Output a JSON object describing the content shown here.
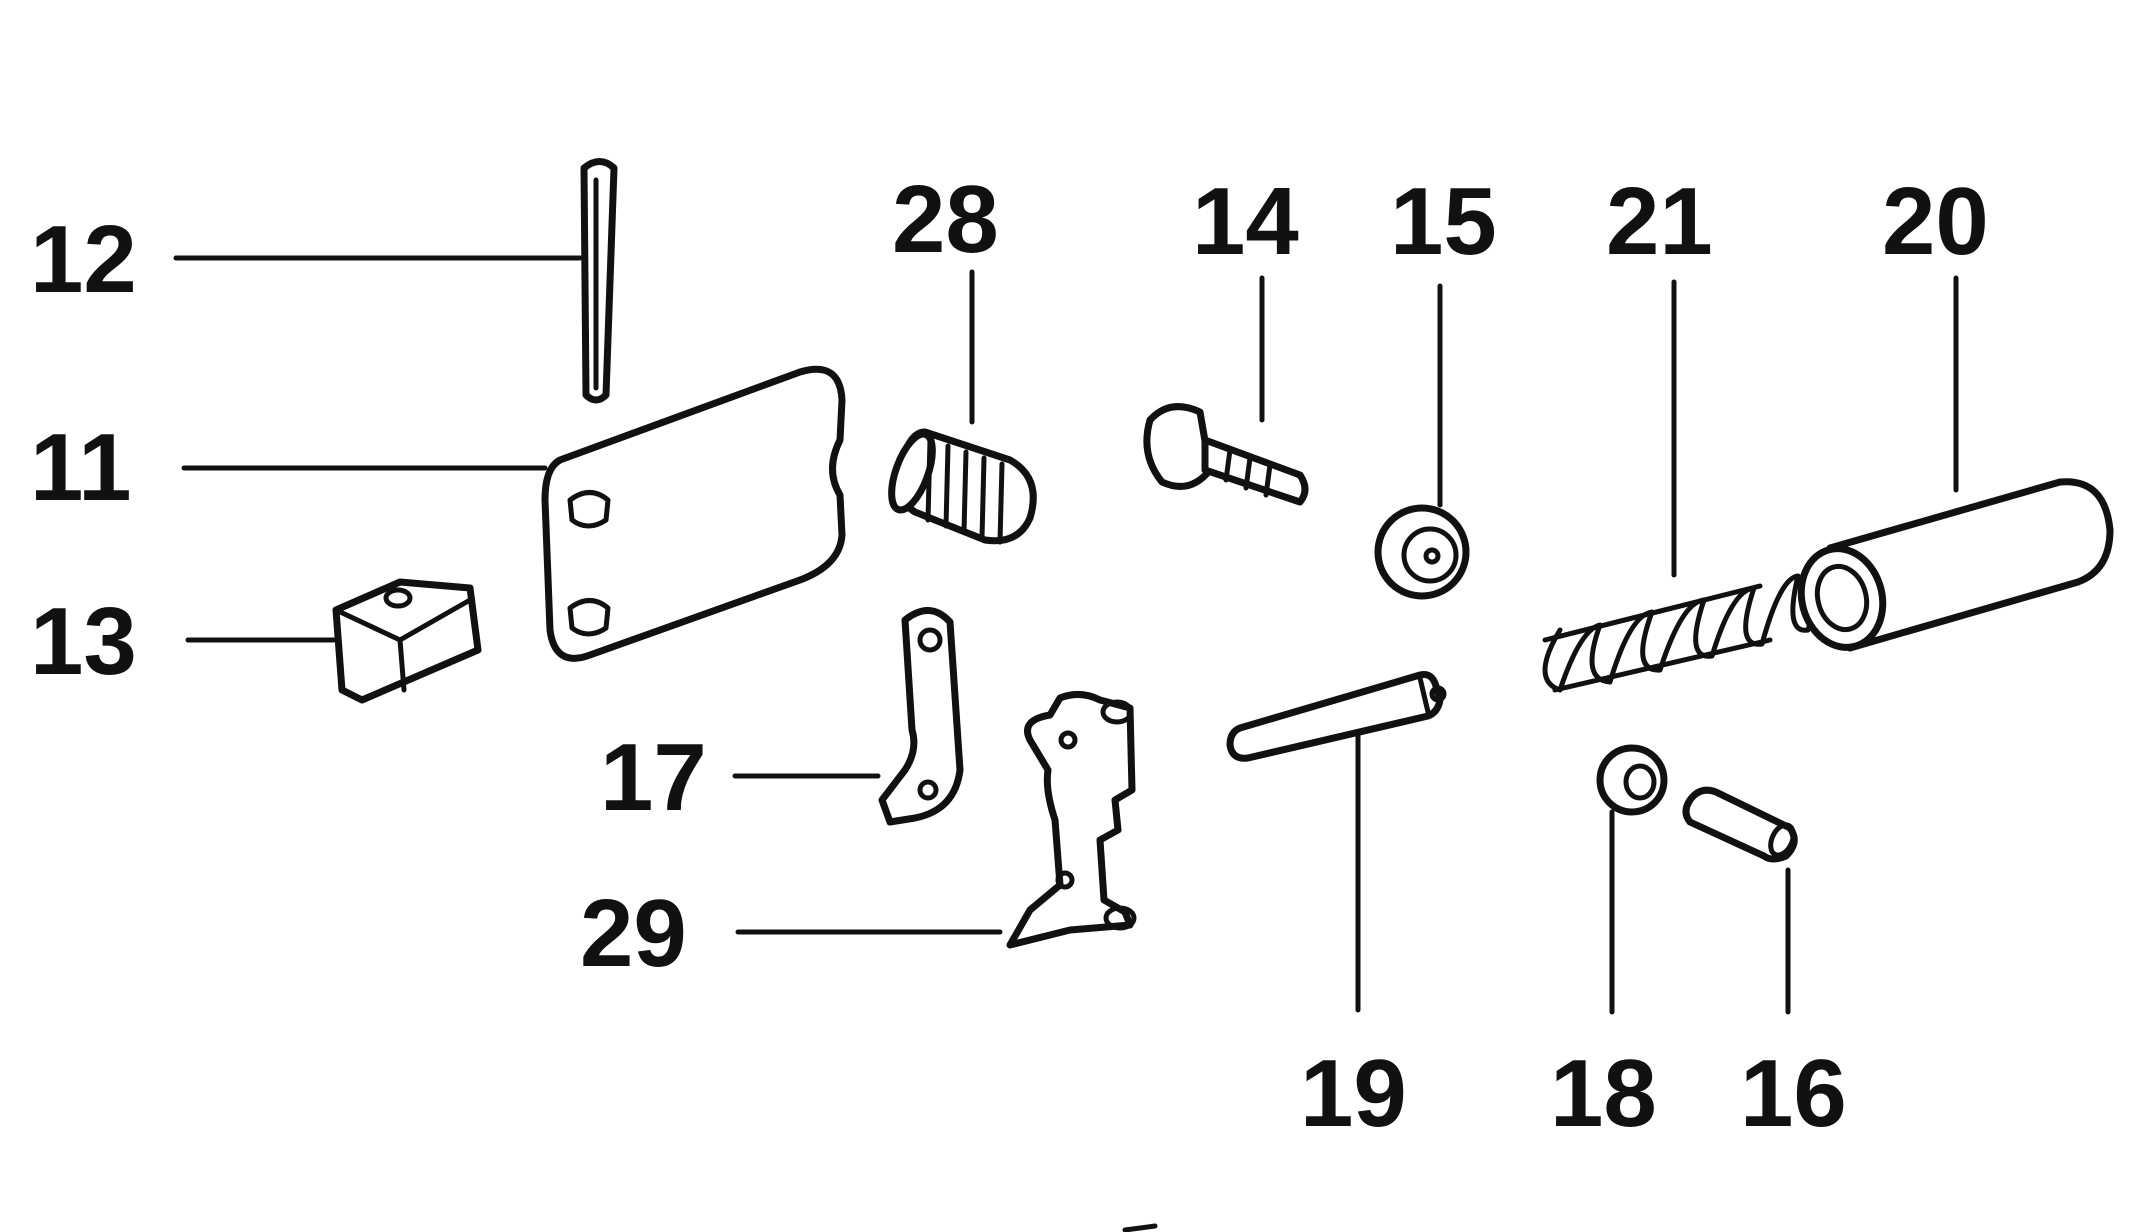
{
  "diagram": {
    "colors": {
      "ink": "#111111",
      "background": "#ffffff"
    },
    "labels": {
      "p12": "12",
      "p11": "11",
      "p13": "13",
      "p28": "28",
      "p14": "14",
      "p15": "15",
      "p21": "21",
      "p20": "20",
      "p17": "17",
      "p29": "29",
      "p19": "19",
      "p18": "18",
      "p16": "16"
    }
  }
}
